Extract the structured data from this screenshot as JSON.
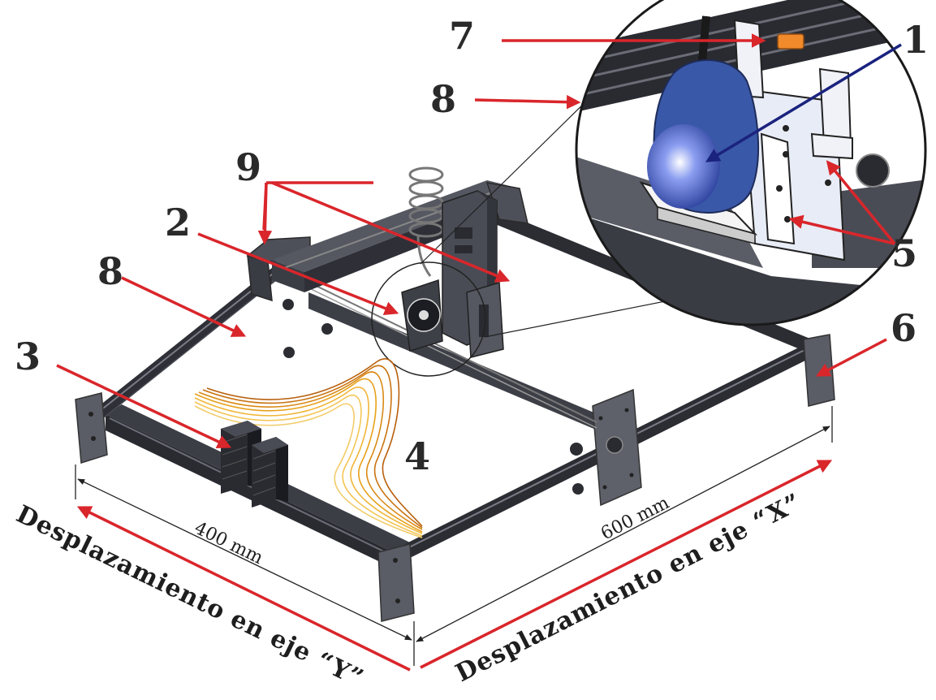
{
  "colors": {
    "frame": "#4a4c55",
    "frame_dark": "#2e3038",
    "plate": "#5a5c66",
    "arrow_red": "#d9262b",
    "arrow_blue": "#1a237e",
    "sensor_blue": "#3a58a8",
    "foam_orange": "#e8a21a",
    "tag_orange": "#f08a2a"
  },
  "labels": {
    "n1": "1",
    "n2": "2",
    "n3": "3",
    "n4": "4",
    "n5": "5",
    "n6": "6",
    "n7": "7",
    "n8_top": "8",
    "n8_left": "8",
    "n9": "9"
  },
  "dimensions": {
    "y_length": "400 mm",
    "x_length": "600 mm"
  },
  "axes": {
    "y_axis_label": "Desplazamiento en eje “Y”",
    "x_axis_label": "Desplazamiento en eje “X”"
  },
  "icons": {
    "sensor": "proximity-sensor-icon",
    "motor": "stepper-motor-icon",
    "cable": "coiled-cable-icon"
  }
}
